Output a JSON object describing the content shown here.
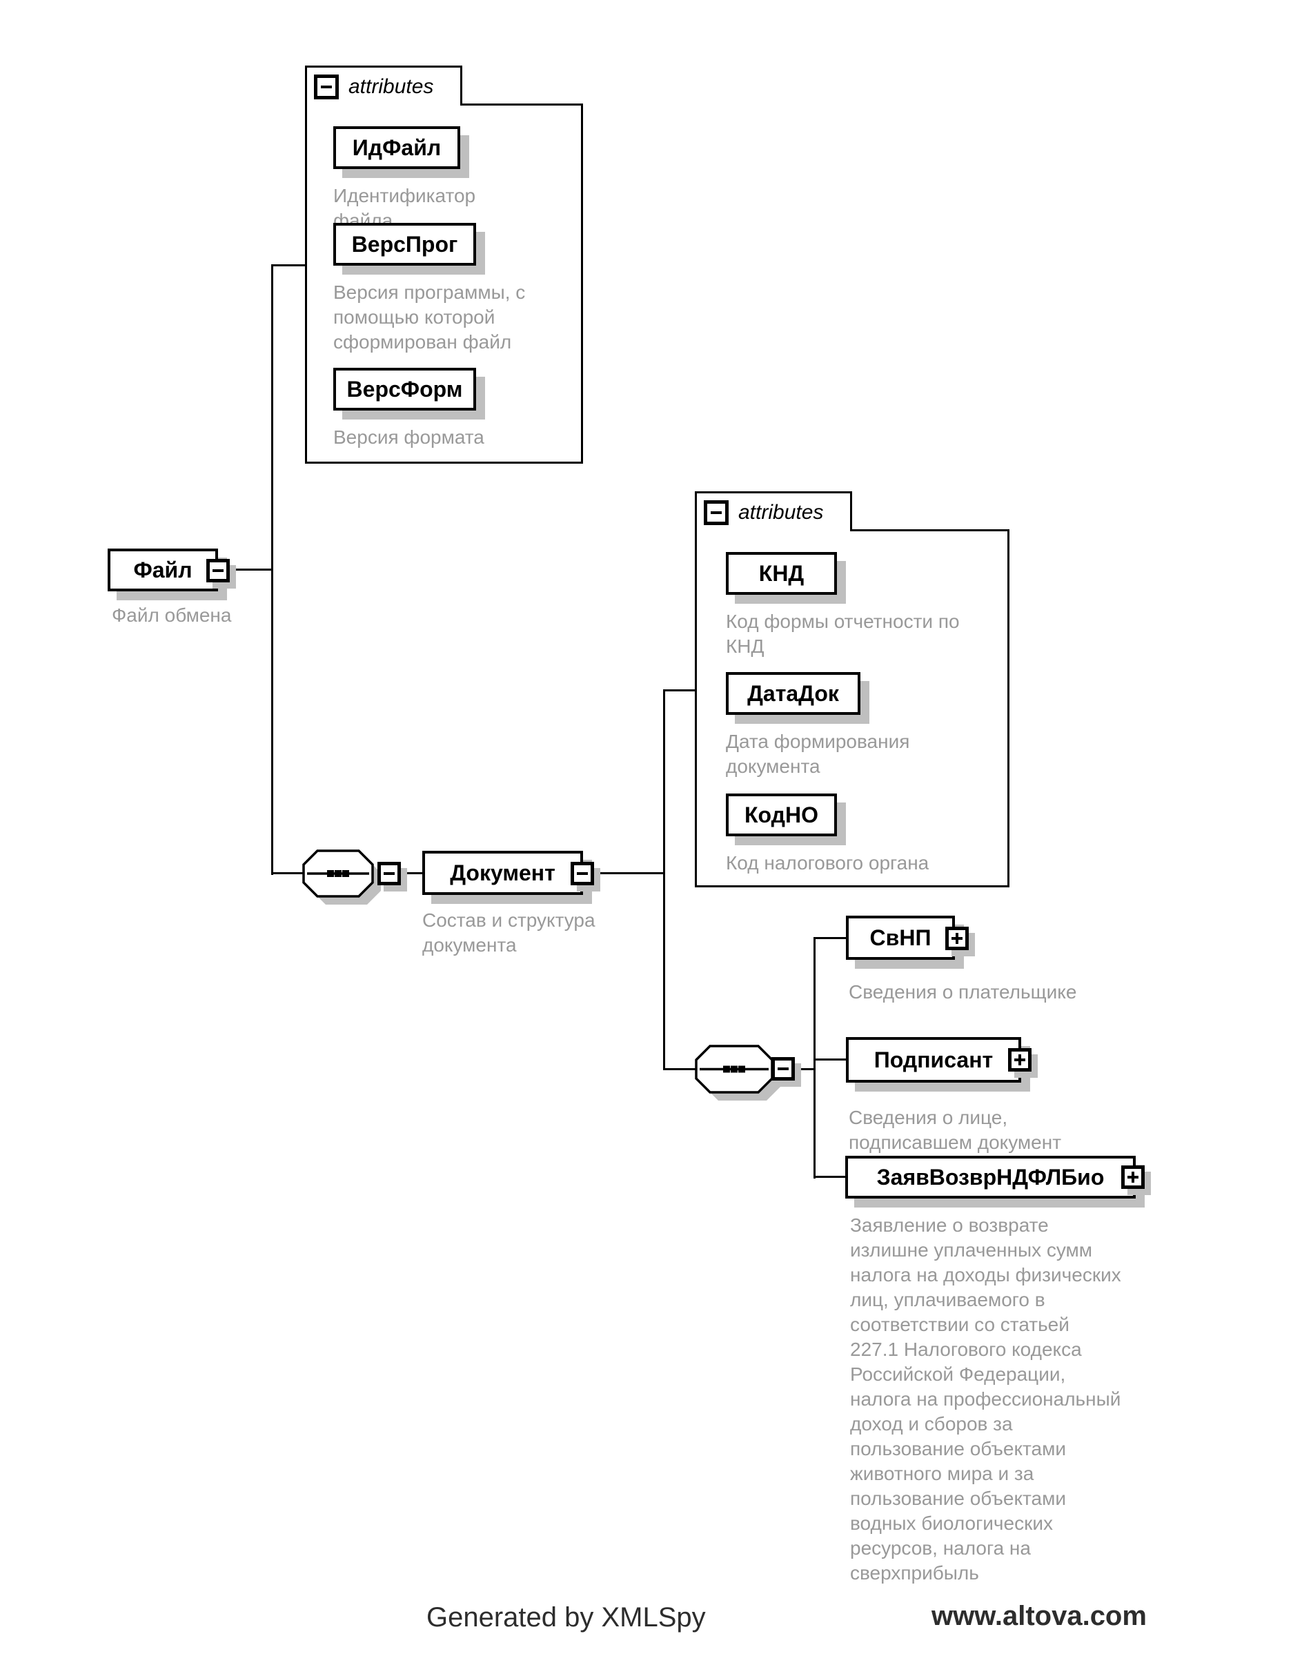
{
  "diagram": {
    "root": {
      "label": "Файл",
      "caption": "Файл обмена"
    },
    "file_attributes": {
      "header": "attributes",
      "items": [
        {
          "label": "ИдФайл",
          "caption": "Идентификатор файла"
        },
        {
          "label": "ВерсПрог",
          "caption": "Версия программы, с\nпомощью которой\nсформирован файл"
        },
        {
          "label": "ВерсФорм",
          "caption": "Версия формата"
        }
      ]
    },
    "document": {
      "label": "Документ",
      "caption": "Состав и структура\nдокумента"
    },
    "document_attributes": {
      "header": "attributes",
      "items": [
        {
          "label": "КНД",
          "caption": "Код формы отчетности по\nКНД"
        },
        {
          "label": "ДатаДок",
          "caption": "Дата формирования\nдокумента"
        },
        {
          "label": "КодНО",
          "caption": "Код налогового органа"
        }
      ]
    },
    "document_children": [
      {
        "label": "СвНП",
        "caption": "Сведения о плательщике"
      },
      {
        "label": "Подписант",
        "caption": "Сведения о лице,\nподписавшем документ"
      },
      {
        "label": "ЗаявВозврНДФЛБио",
        "caption": "Заявление о возврате\nизлишне уплаченных сумм\nналога на доходы физических\nлиц, уплачиваемого в\nсоответствии со статьей\n227.1 Налогового кодекса\nРоссийской Федерации,\nналога на профессиональный\nдоход и сборов за\nпользование объектами\nживотного мира и за\nпользование объектами\nводных биологических\nресурсов, налога на\nсверхприбыль"
      }
    ],
    "footer": {
      "left": "Generated by XMLSpy",
      "right": "www.altova.com"
    },
    "colors": {
      "line": "#000000",
      "shadow": "#bfbfbf",
      "caption_text": "#999999",
      "footer_text": "#2d2d2d"
    }
  }
}
